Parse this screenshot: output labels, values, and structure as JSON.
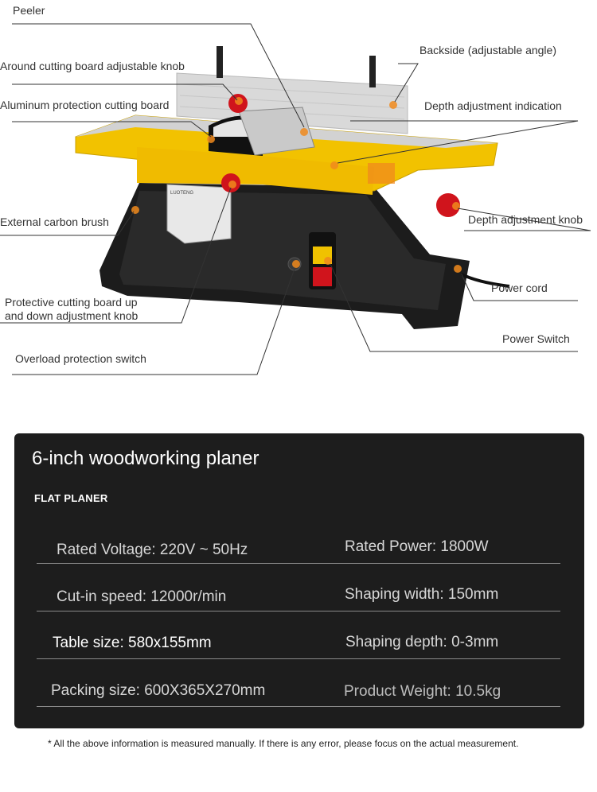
{
  "callouts": {
    "peeler": "Peeler",
    "around_knob": "Around cutting board adjustable knob",
    "aluminum_board": "Aluminum protection cutting board",
    "carbon_brush": "External carbon brush",
    "protective_knob_line1": "Protective cutting board up",
    "protective_knob_line2": "and down adjustment knob",
    "overload": "Overload protection switch",
    "backside": "Backside (adjustable angle)",
    "depth_indication": "Depth adjustment indication",
    "depth_knob": "Depth adjustment knob",
    "power_cord": "Power cord",
    "power_switch": "Power Switch"
  },
  "product": {
    "body_label": "LUOTENG"
  },
  "specs": {
    "title": "6-inch woodworking planer",
    "subtitle": "FLAT PLANER",
    "rows": [
      {
        "left": "Rated Voltage: 220V ~ 50Hz",
        "right": "Rated Power: 1800W"
      },
      {
        "left": "Cut-in speed: 12000r/min",
        "right": "Shaping width: 150mm"
      },
      {
        "left": "Table size: 580x155mm",
        "right": "Shaping depth: 0-3mm"
      },
      {
        "left": "Packing size: 600X365X270mm",
        "right": "Product Weight: 10.5kg"
      }
    ]
  },
  "footnote": "* All the above information is measured manually. If there is any error, please focus on the actual measurement.",
  "colors": {
    "body_yellow": "#f2c200",
    "base_black": "#1c1c1c",
    "knob_red": "#d0141c",
    "dot_orange": "#f08a1c",
    "card_bg": "#1d1d1d"
  }
}
